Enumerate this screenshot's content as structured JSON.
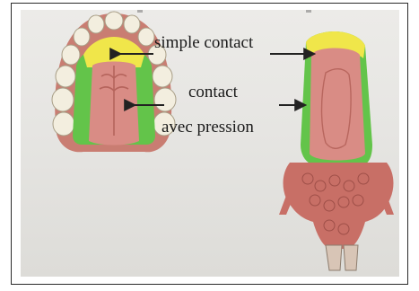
{
  "figure": {
    "labels": {
      "simple": "simple contact",
      "pressure_line1": "contact",
      "pressure_line2": "avec pression"
    },
    "colors": {
      "simple_contact_zone": "#f0e64a",
      "pressure_contact_zone": "#63c44a",
      "gum": "#c8736a",
      "palate": "#d98c85",
      "tooth": "#f3eedf",
      "arrow": "#222222"
    },
    "views": [
      "upper-jaw-occlusal-view",
      "maxillary-impression-sagittal-view"
    ]
  }
}
